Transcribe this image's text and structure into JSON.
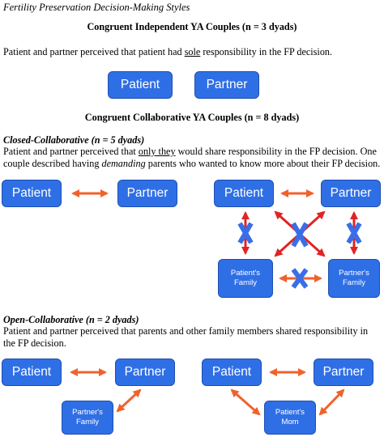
{
  "figure_title": "Fertility Preservation Decision-Making Styles",
  "independent": {
    "heading": "Congruent Independent YA Couples (n = 3 dyads)",
    "desc_pre": "Patient and partner perceived that patient had ",
    "desc_u": "sole",
    "desc_post": " responsibility in the FP decision.",
    "box_patient": "Patient",
    "box_partner": "Partner"
  },
  "collaborative": {
    "heading": "Congruent Collaborative YA Couples (n = 8 dyads)"
  },
  "closed": {
    "title": "Closed-Collaborative (n = 5 dyads)",
    "desc_pre": "Patient and partner perceived that ",
    "desc_u": "only they",
    "desc_mid": " would share responsibility in the FP decision. One couple described having ",
    "desc_em": "demanding",
    "desc_post": " parents who wanted to know more about their FP decision.",
    "left": {
      "patient": "Patient",
      "partner": "Partner"
    },
    "right": {
      "patient": "Patient",
      "partner": "Partner",
      "patient_family": "Patient's Family",
      "partner_family": "Partner's Family"
    }
  },
  "open": {
    "title": "Open-Collaborative (n = 2 dyads)",
    "desc": "Patient and partner perceived that parents and other family members shared responsibility in the FP decision.",
    "left": {
      "patient": "Patient",
      "partner": "Partner",
      "partner_family": "Partner's Family"
    },
    "right": {
      "patient": "Patient",
      "partner": "Partner",
      "patient_mom": "Patient's Mom"
    }
  },
  "colors": {
    "box": "#2f6fe6",
    "arrow": "#f0622c",
    "cross_blue": "#3a6ee8",
    "cross_red": "#e02424"
  }
}
